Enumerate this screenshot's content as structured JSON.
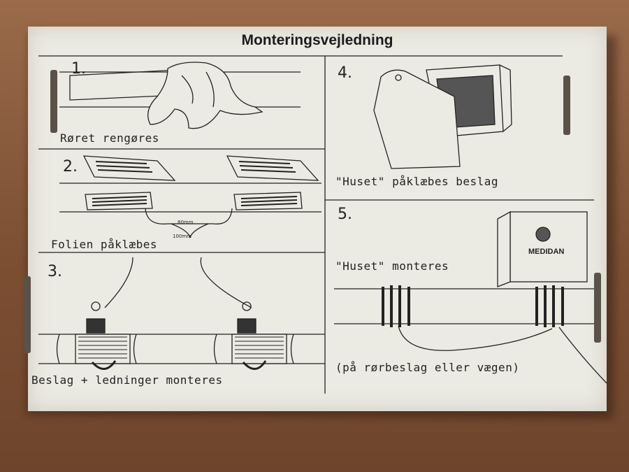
{
  "title": "Monteringsvejledning",
  "steps": [
    {
      "number": "1.",
      "caption": "Røret rengøres"
    },
    {
      "number": "2.",
      "caption": "Folien påklæbes",
      "dim_inner": "80mm",
      "dim_outer": "100mm"
    },
    {
      "number": "3.",
      "caption": "Beslag + ledninger monteres"
    },
    {
      "number": "4.",
      "caption": "\"Huset\" påklæbes beslag"
    },
    {
      "number": "5.",
      "caption": "\"Huset\" monteres",
      "note": "(på rørbeslag eller vægen)"
    }
  ],
  "device": {
    "brand": "MEDIDAN"
  },
  "colors": {
    "paper": "#ecebe3",
    "ink": "#222222",
    "table": "#8a5a3c"
  }
}
